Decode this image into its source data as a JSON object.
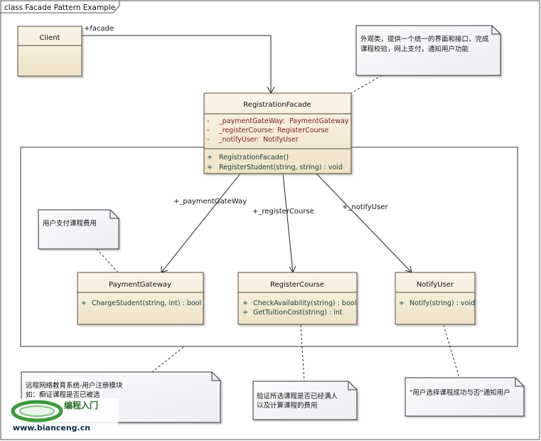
{
  "frame": {
    "title": "class Facade Pattern Example"
  },
  "classes": {
    "client": {
      "name": "Client",
      "attributes": [],
      "operations": []
    },
    "facade": {
      "name": "RegistrationFacade",
      "attributes": [
        {
          "vis": "-",
          "name": "_paymentGateWay:",
          "type": "PaymentGateway"
        },
        {
          "vis": "-",
          "name": "_registerCourse:",
          "type": "RegisterCourse"
        },
        {
          "vis": "-",
          "name": "_notifyUser:",
          "type": "NotifyUser"
        }
      ],
      "operations": [
        {
          "vis": "+",
          "text": "RegistrationFacade()"
        },
        {
          "vis": "+",
          "text": "RegisterStudent(string, string) : void"
        }
      ]
    },
    "payment": {
      "name": "PaymentGateway",
      "operations": [
        {
          "vis": "+",
          "text": "ChargeStudent(string, int) : bool"
        }
      ]
    },
    "register": {
      "name": "RegisterCourse",
      "operations": [
        {
          "vis": "+",
          "text": "CheckAvailability(string) : bool"
        },
        {
          "vis": "+",
          "text": "GetTuitionCost(string) : int"
        }
      ]
    },
    "notify": {
      "name": "NotifyUser",
      "operations": [
        {
          "vis": "+",
          "text": "Notify(string) : void"
        }
      ]
    }
  },
  "associations": {
    "client_facade": "+facade",
    "facade_payment": "+_paymentGateWay",
    "facade_register": "+_registerCourse",
    "facade_notify": "+_notifyUser"
  },
  "notes": {
    "facade": [
      "外观类，提供一个统一的界面和接口，完成",
      "课程校验，网上支付，通知用户功能"
    ],
    "payment": [
      "用户支付课程费用"
    ],
    "subsystem": [
      "远程网络教育系统-用户注册模块",
      "如：橱证课程是否已被选"
    ],
    "register": [
      "验证所选课程是否已经满人",
      "以及计算课程的费用"
    ],
    "notify": [
      "\"用户选择课程成功与否\"通知用户"
    ]
  },
  "watermark": {
    "brand": "编程入门",
    "url": "www.bianceng.cn"
  },
  "colors": {
    "class_fill": "#f7efdf",
    "class_border": "#5a4a3a",
    "attr_text": "#7a1a1a",
    "op_text": "#1a3a3a",
    "note_fill": "#f8f6fa",
    "line": "#222222",
    "logo_green": "#3a9a3a"
  }
}
